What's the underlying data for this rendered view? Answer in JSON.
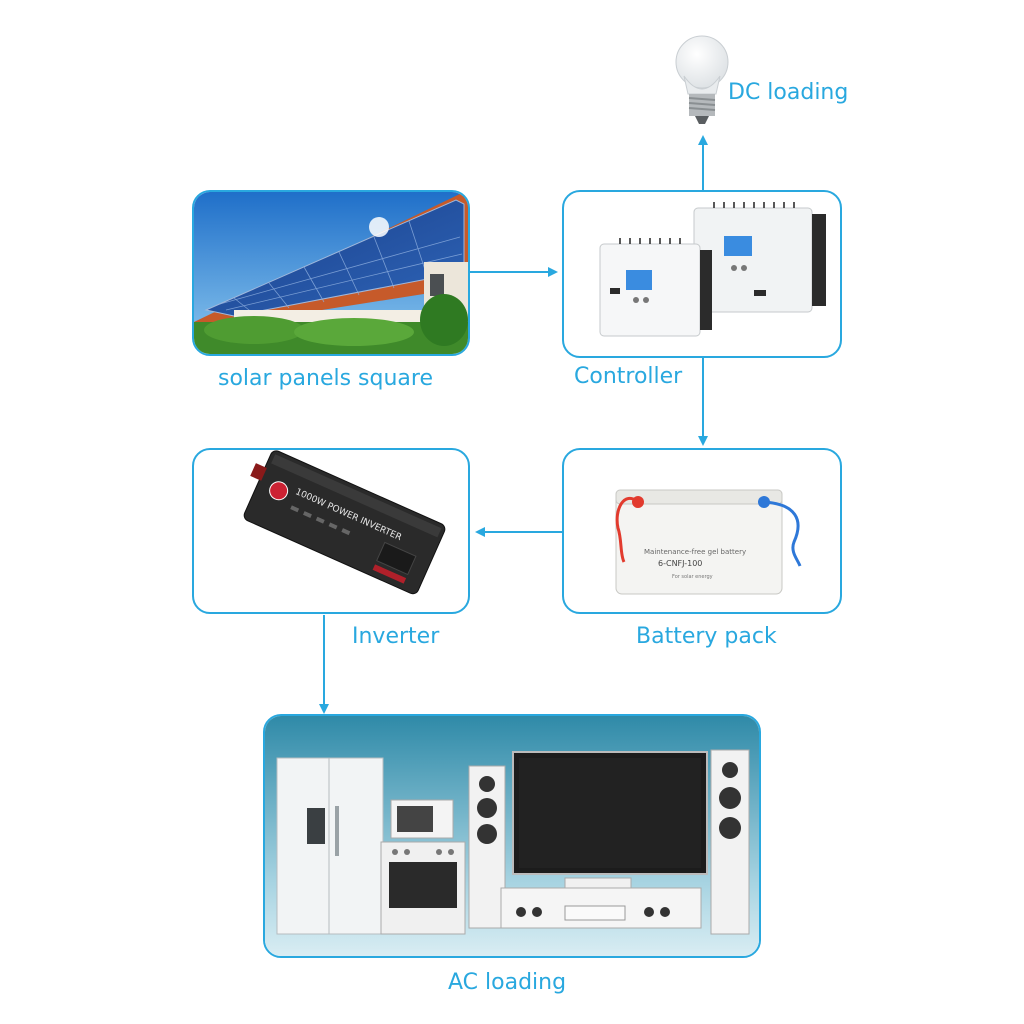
{
  "diagram": {
    "nodes": {
      "dc_loading": {
        "label": "DC loading",
        "icon": "light-bulb-icon"
      },
      "solar": {
        "label": "solar panels square"
      },
      "controller": {
        "label": "Controller"
      },
      "battery": {
        "label": "Battery pack",
        "text_line1": "Maintenance-free gel battery",
        "text_line2": "6-CNFJ-100",
        "text_line3": "For solar energy"
      },
      "inverter": {
        "label": "Inverter",
        "text": "1000W POWER INVERTER"
      },
      "ac_loading": {
        "label": "AC loading"
      }
    },
    "edges": [
      {
        "from": "solar",
        "to": "controller"
      },
      {
        "from": "controller",
        "to": "dc_loading"
      },
      {
        "from": "controller",
        "to": "battery"
      },
      {
        "from": "battery",
        "to": "inverter"
      },
      {
        "from": "inverter",
        "to": "ac_loading"
      }
    ],
    "accent_color": "#29a8df"
  }
}
